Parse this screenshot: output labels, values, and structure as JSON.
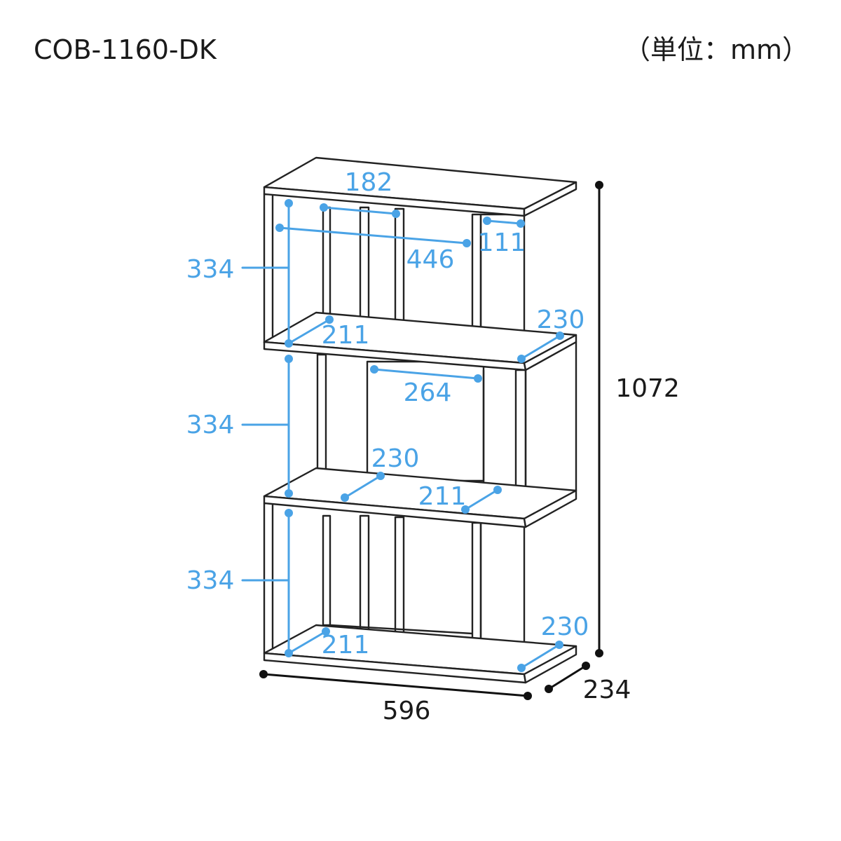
{
  "header": {
    "model": "COB-1160-DK",
    "unit": "（単位：mm）"
  },
  "colors": {
    "line": "#222222",
    "dimension_blue": "#4aa3e6",
    "dimension_black": "#111111",
    "background": "#ffffff"
  },
  "dimensions": {
    "inner_height_top": "334",
    "inner_height_middle": "334",
    "inner_height_bottom": "334",
    "top_gap_width": "182",
    "top_inner_width": "446",
    "top_right_width": "111",
    "top_depth_left": "211",
    "top_depth_right": "230",
    "middle_inner_width": "264",
    "middle_depth_left": "230",
    "middle_depth_right": "211",
    "bottom_depth_left": "211",
    "bottom_depth_right": "230",
    "overall_height": "1072",
    "overall_width": "596",
    "overall_depth": "234"
  }
}
